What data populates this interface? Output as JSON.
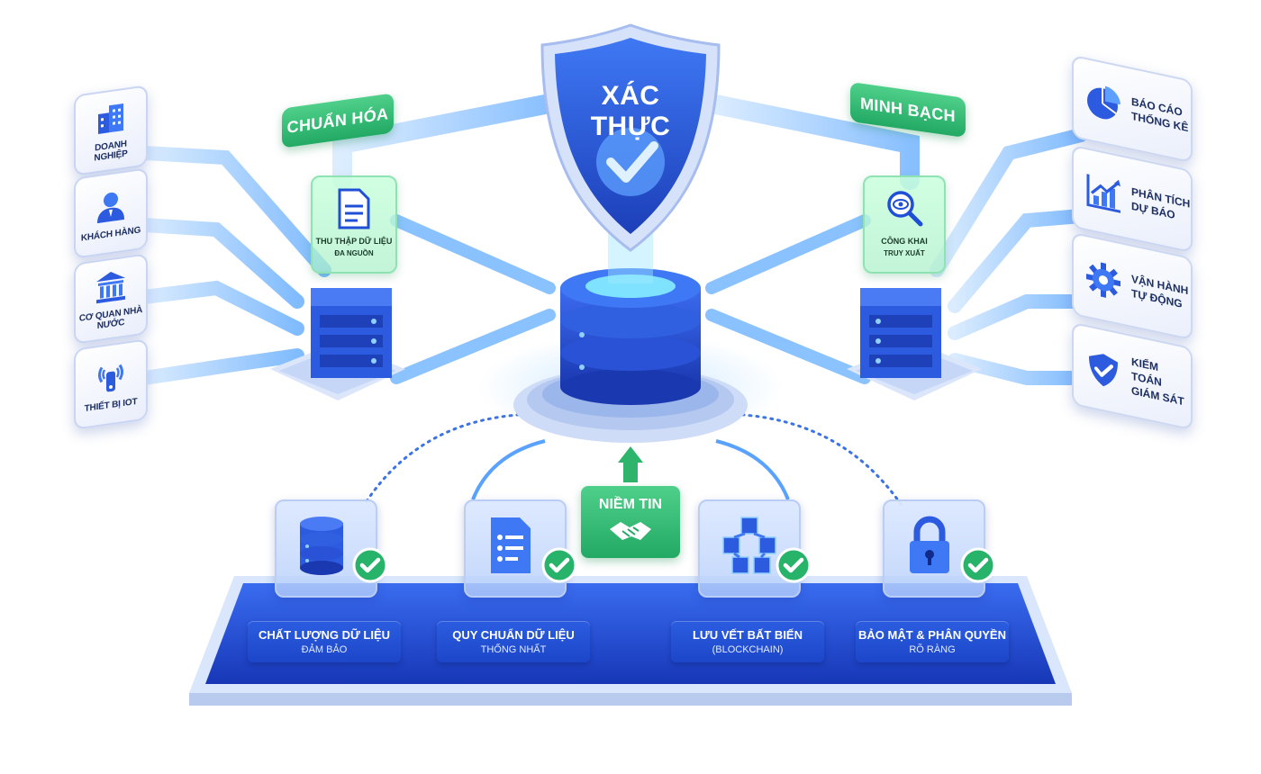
{
  "colors": {
    "primary_blue": "#1f4fd6",
    "light_blue": "#6fb4ff",
    "green": "#27b36a",
    "ink": "#1c2e63"
  },
  "sources": [
    {
      "label": "DOANH NGHIỆP",
      "icon": "building-icon"
    },
    {
      "label": "KHÁCH HÀNG",
      "icon": "customer-icon"
    },
    {
      "label": "CƠ QUAN NHÀ NƯỚC",
      "icon": "government-icon"
    },
    {
      "label": "THIẾT BỊ IOT",
      "icon": "iot-device-icon"
    }
  ],
  "left_stage": {
    "pill": "CHUẨN HÓA",
    "card_line1": "THU THẬP DỮ LIỆU",
    "card_line2": "ĐA NGUỒN"
  },
  "center": {
    "shield": "XÁC THỰC",
    "trust_pill": "NIỀM TIN"
  },
  "right_stage": {
    "pill": "MINH BẠCH",
    "card_line1": "CÔNG KHAI",
    "card_line2": "TRUY XUẤT"
  },
  "outputs": [
    {
      "line1": "BÁO CÁO",
      "line2": "THỐNG KÊ",
      "icon": "pie-chart-icon"
    },
    {
      "line1": "PHÂN TÍCH",
      "line2": "DỰ BÁO",
      "icon": "bar-chart-icon"
    },
    {
      "line1": "VẬN HÀNH",
      "line2": "TỰ ĐỘNG",
      "icon": "gear-icon"
    },
    {
      "line1": "KIỂM TOÁN",
      "line2": "GIÁM SÁT",
      "icon": "shield-check-icon"
    }
  ],
  "features": [
    {
      "line1": "CHẤT LƯỢNG DỮ LIỆU",
      "line2": "ĐẢM BẢO",
      "icon": "database-icon"
    },
    {
      "line1": "QUY CHUẨN DỮ LIỆU",
      "line2": "THỐNG NHẤT",
      "icon": "document-list-icon"
    },
    {
      "line1": "LƯU VẾT BẤT BIẾN",
      "line2": "(BLOCKCHAIN)",
      "icon": "blockchain-icon"
    },
    {
      "line1": "BẢO MẬT & PHÂN QUYỀN",
      "line2": "RÕ RÀNG",
      "icon": "lock-icon"
    }
  ]
}
